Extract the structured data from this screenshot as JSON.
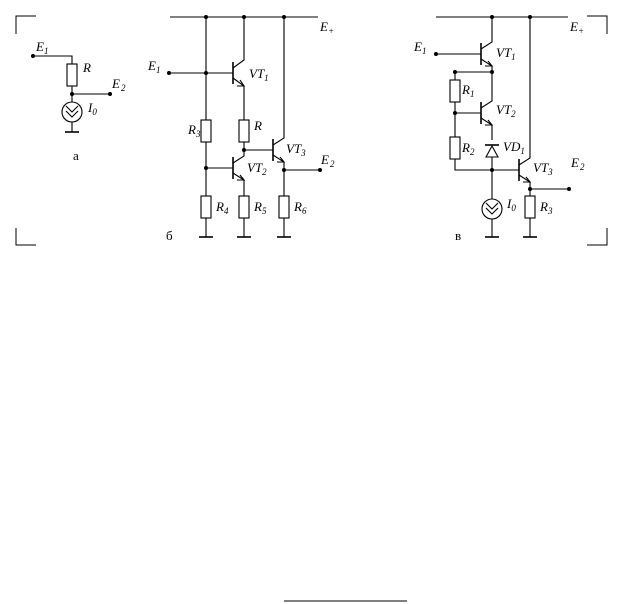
{
  "labels": {
    "a": {
      "E1": "E",
      "E1s": "1",
      "R": "R",
      "E2": "E",
      "E2s": "2",
      "I0": "I",
      "I0s": "0",
      "caption": "а"
    },
    "b": {
      "Eplus": "E",
      "Eplus_s": "+",
      "E1": "E",
      "E1s": "1",
      "VT1": "VT",
      "VT1s": "1",
      "R3": "R",
      "R3s": "3",
      "R": "R",
      "VT3": "VT",
      "VT3s": "3",
      "VT2": "VT",
      "VT2s": "2",
      "E2": "E",
      "E2s": "2",
      "R4": "R",
      "R4s": "4",
      "R5": "R",
      "R5s": "5",
      "R6": "R",
      "R6s": "6",
      "caption": "б"
    },
    "c": {
      "Eplus": "E",
      "Eplus_s": "+",
      "E1": "E",
      "E1s": "1",
      "VT1": "VT",
      "VT1s": "1",
      "R1": "R",
      "R1s": "1",
      "VT2": "VT",
      "VT2s": "2",
      "R2": "R",
      "R2s": "2",
      "VD1": "VD",
      "VD1s": "1",
      "VT3": "VT",
      "VT3s": "3",
      "E2": "E",
      "E2s": "2",
      "I0": "I",
      "I0s": "0",
      "R3": "R",
      "R3s": "3",
      "caption": "в"
    }
  }
}
